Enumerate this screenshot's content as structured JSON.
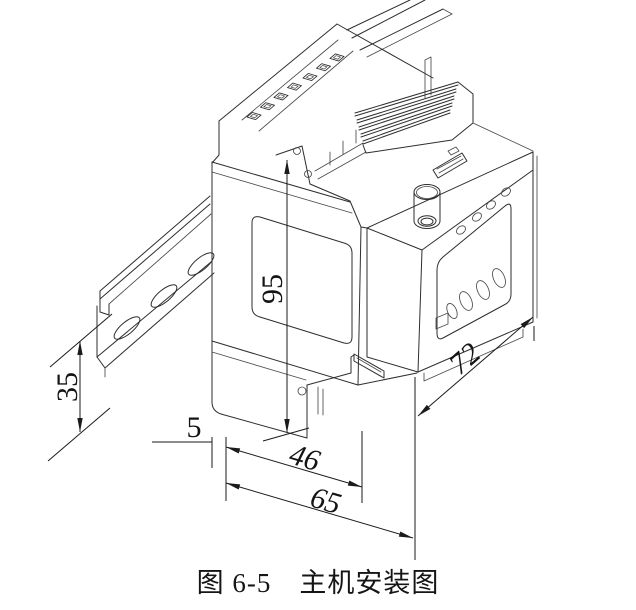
{
  "figure": {
    "caption": "图 6-5　主机安装图",
    "dimensions": {
      "rail_width": "35",
      "clip_offset": "5",
      "mount_width": "46",
      "overall_width": "65",
      "body_height": "95",
      "body_depth": "72"
    },
    "colors": {
      "line": "#2e2e2e",
      "dimension": "#1b1b1b",
      "background": "#ffffff"
    }
  }
}
